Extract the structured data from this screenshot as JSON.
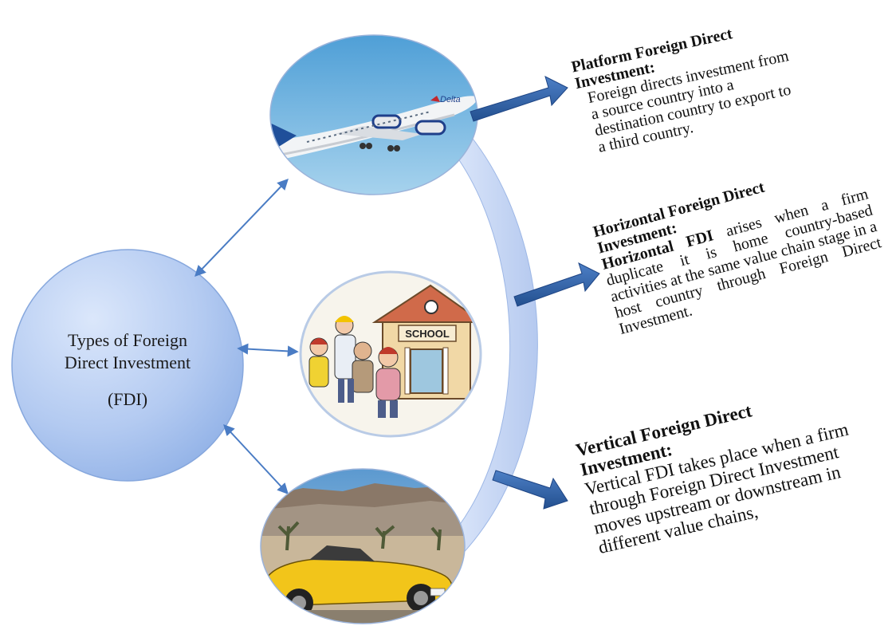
{
  "center": {
    "line1": "Types of Foreign",
    "line2": "Direct Investment",
    "line3": "(FDI)"
  },
  "types": [
    {
      "image": "airplane-photo",
      "heading_line1": "Platform Foreign Direct",
      "heading_line2": "Investment:",
      "body": "Foreign directs investment from a source country into a destination country to export to a third country."
    },
    {
      "image": "school-cartoon",
      "heading_line1": "Horizontal Foreign  Direct",
      "heading_line2": "Investment:",
      "lead": "Horizontal FDI",
      "body": " arises when a firm duplicate it is home country-based activities at the same value chain stage in a host country through Foreign Direct Investment."
    },
    {
      "image": "car-desert-photo",
      "heading_line1": "Vertical Foreign Direct",
      "heading_line2": "Investment:",
      "body": "Vertical FDI takes place when a firm through Foreign Direct Investment moves upstream or downstream in different value chains,"
    }
  ],
  "colors": {
    "center_circle": "#a9c3ee",
    "connector_arrows": "#4a7cc4",
    "curved_band": "#c9d8f4",
    "block_arrows": "#2d5aa0",
    "sky": "#6fb3e0",
    "car_yellow": "#f0c419"
  }
}
